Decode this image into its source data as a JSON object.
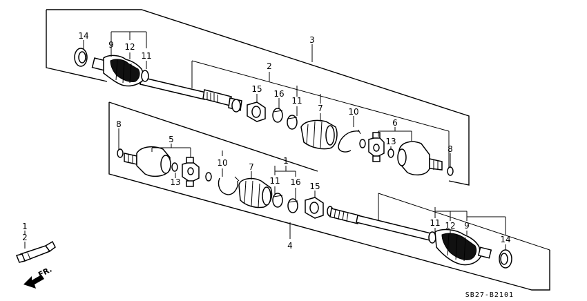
{
  "callouts": {
    "n1": "1",
    "n2": "2",
    "n3": "3",
    "n4": "4",
    "n5": "5",
    "n6": "6",
    "n7": "7",
    "n8": "8",
    "n9": "9",
    "n10": "10",
    "n11": "11",
    "n12": "12",
    "n13": "13",
    "n14": "14",
    "n15": "15",
    "n16": "16"
  },
  "legend": {
    "item1": "1",
    "item2": "2"
  },
  "front_indicator": "FR.",
  "diagram_code": "SB27-B2101"
}
